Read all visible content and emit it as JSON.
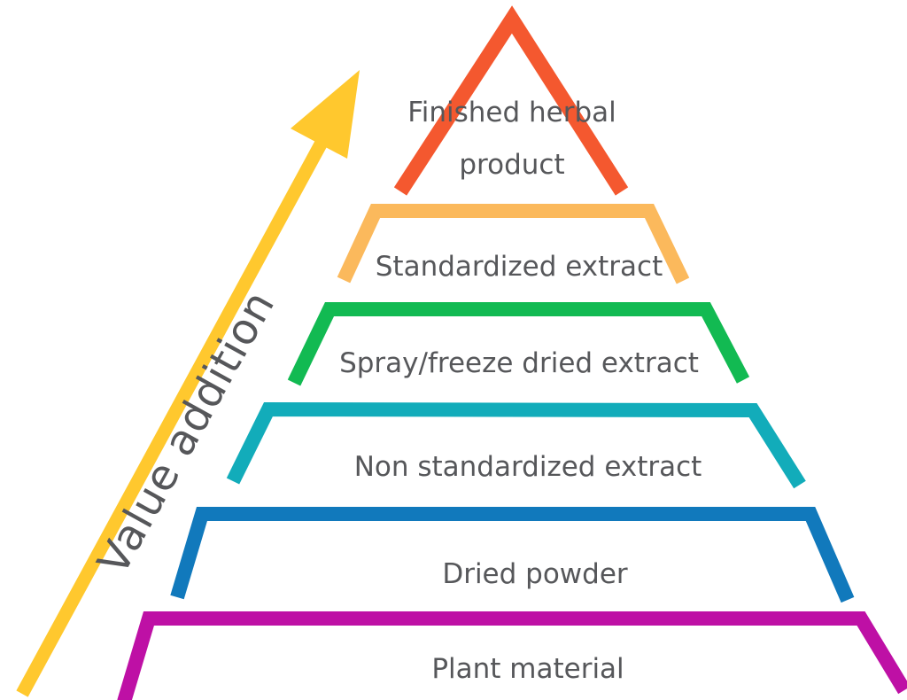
{
  "diagram": {
    "type": "pyramid",
    "text_color": "#56575A",
    "background": "#FFFFFF",
    "levels": [
      {
        "rank": 1,
        "label": "Finished herbal product",
        "lines": [
          "Finished herbal",
          "product"
        ],
        "color": "#F4582F"
      },
      {
        "rank": 2,
        "label": "Standardized extract",
        "color": "#FBB95C"
      },
      {
        "rank": 3,
        "label": "Spray/freeze dried extract",
        "color": "#12BA52"
      },
      {
        "rank": 4,
        "label": "Non standardized extract",
        "color": "#12ACBA"
      },
      {
        "rank": 5,
        "label": "Dried powder",
        "color": "#1179BC"
      },
      {
        "rank": 6,
        "label": "Plant material",
        "color": "#BE10A5"
      }
    ],
    "arrow": {
      "label": "Value addition",
      "color": "#FFC82E",
      "direction": "up"
    }
  }
}
